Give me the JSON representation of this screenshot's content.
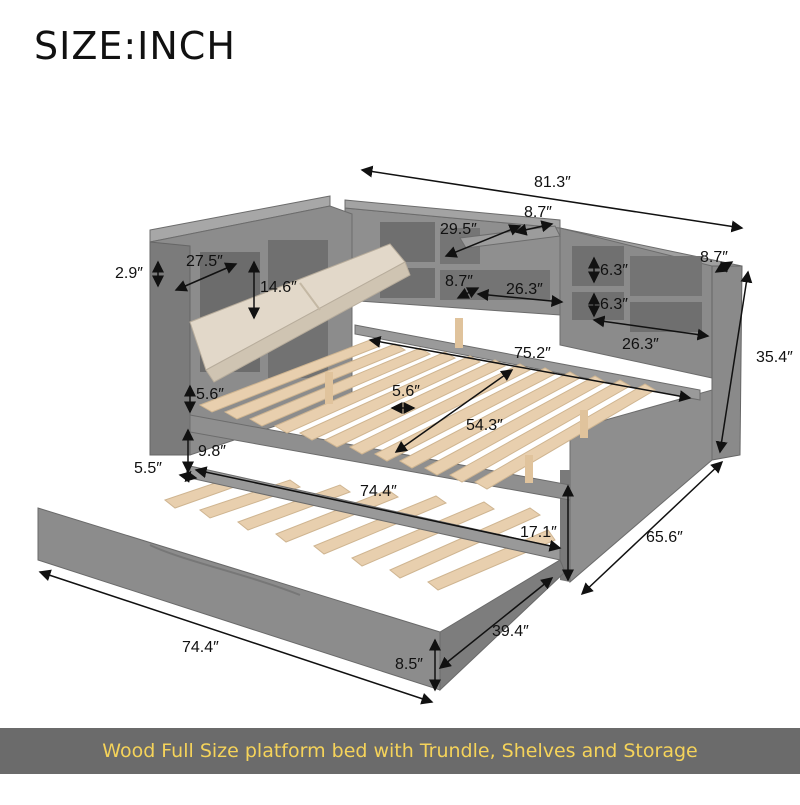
{
  "title": "SIZE:INCH",
  "caption": "Wood Full Size platform bed with Trundle, Shelves and Storage",
  "colors": {
    "frame_gray": "#8a8a8a",
    "frame_dark": "#6e6e6e",
    "slat_wood": "#e8cfae",
    "cushion": "#e2d8c9",
    "banner_bg": "#6b6b6b",
    "banner_text": "#f5d35a"
  },
  "dimensions": {
    "overall_length": "81.3″",
    "overall_height": "35.4″",
    "overall_depth": "65.6″",
    "shelf_width": "29.5″",
    "shelf_depth_top": "8.7″",
    "side_shelf_depth": "8.7″",
    "headboard_top": "2.9″",
    "side_width": "27.5″",
    "cushion_height": "14.6″",
    "shelf_inner_depth": "8.7″",
    "shelf_inner_width": "26.3″",
    "small_shelf_1": "6.3″",
    "small_shelf_2": "6.3″",
    "lower_shelf_width": "26.3″",
    "rail_length": "75.2″",
    "rail_height": "5.6″",
    "slat_gap": "5.6″",
    "inner_width": "54.3″",
    "side_offset": "9.8″",
    "trundle_gap": "5.5″",
    "trundle_inner_length": "74.4″",
    "bed_height": "17.1″",
    "trundle_length": "74.4″",
    "trundle_width": "39.4″",
    "trundle_height": "8.5″"
  }
}
